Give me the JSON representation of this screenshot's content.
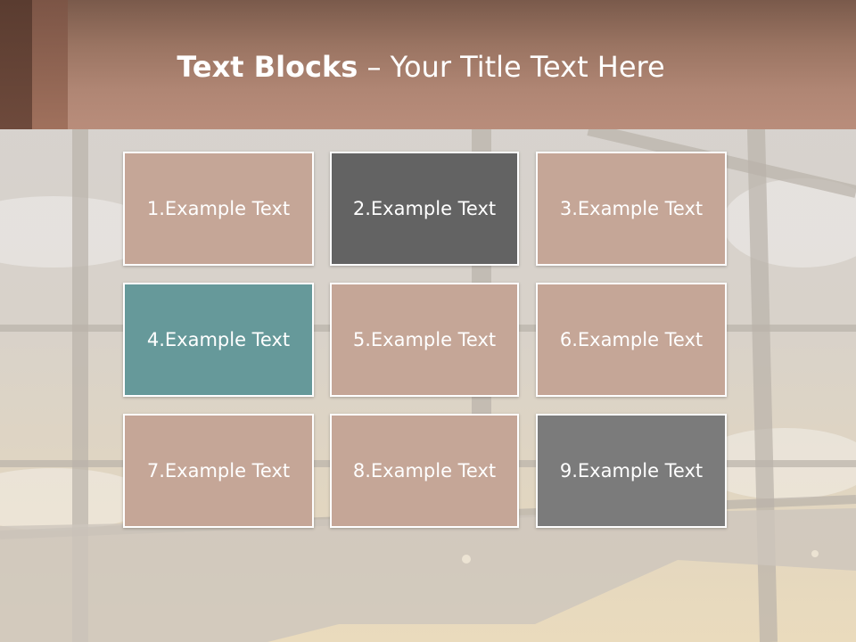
{
  "slide": {
    "title": {
      "bold": "Text Blocks",
      "rest": " – Your Title Text Here"
    },
    "blocks": [
      {
        "label": "1.Example Text",
        "color": "#c5a697"
      },
      {
        "label": "2.Example Text",
        "color": "#636363"
      },
      {
        "label": "3.Example Text",
        "color": "#c5a697"
      },
      {
        "label": "4.Example Text",
        "color": "#66999a"
      },
      {
        "label": "5.Example Text",
        "color": "#c5a697"
      },
      {
        "label": "6.Example Text",
        "color": "#c5a697"
      },
      {
        "label": "7.Example Text",
        "color": "#c5a697"
      },
      {
        "label": "8.Example Text",
        "color": "#c5a697"
      },
      {
        "label": "9.Example Text",
        "color": "#7b7b7b"
      }
    ]
  },
  "colors": {
    "header": "#b08674",
    "block_border": "#ffffff",
    "text": "#ffffff"
  }
}
